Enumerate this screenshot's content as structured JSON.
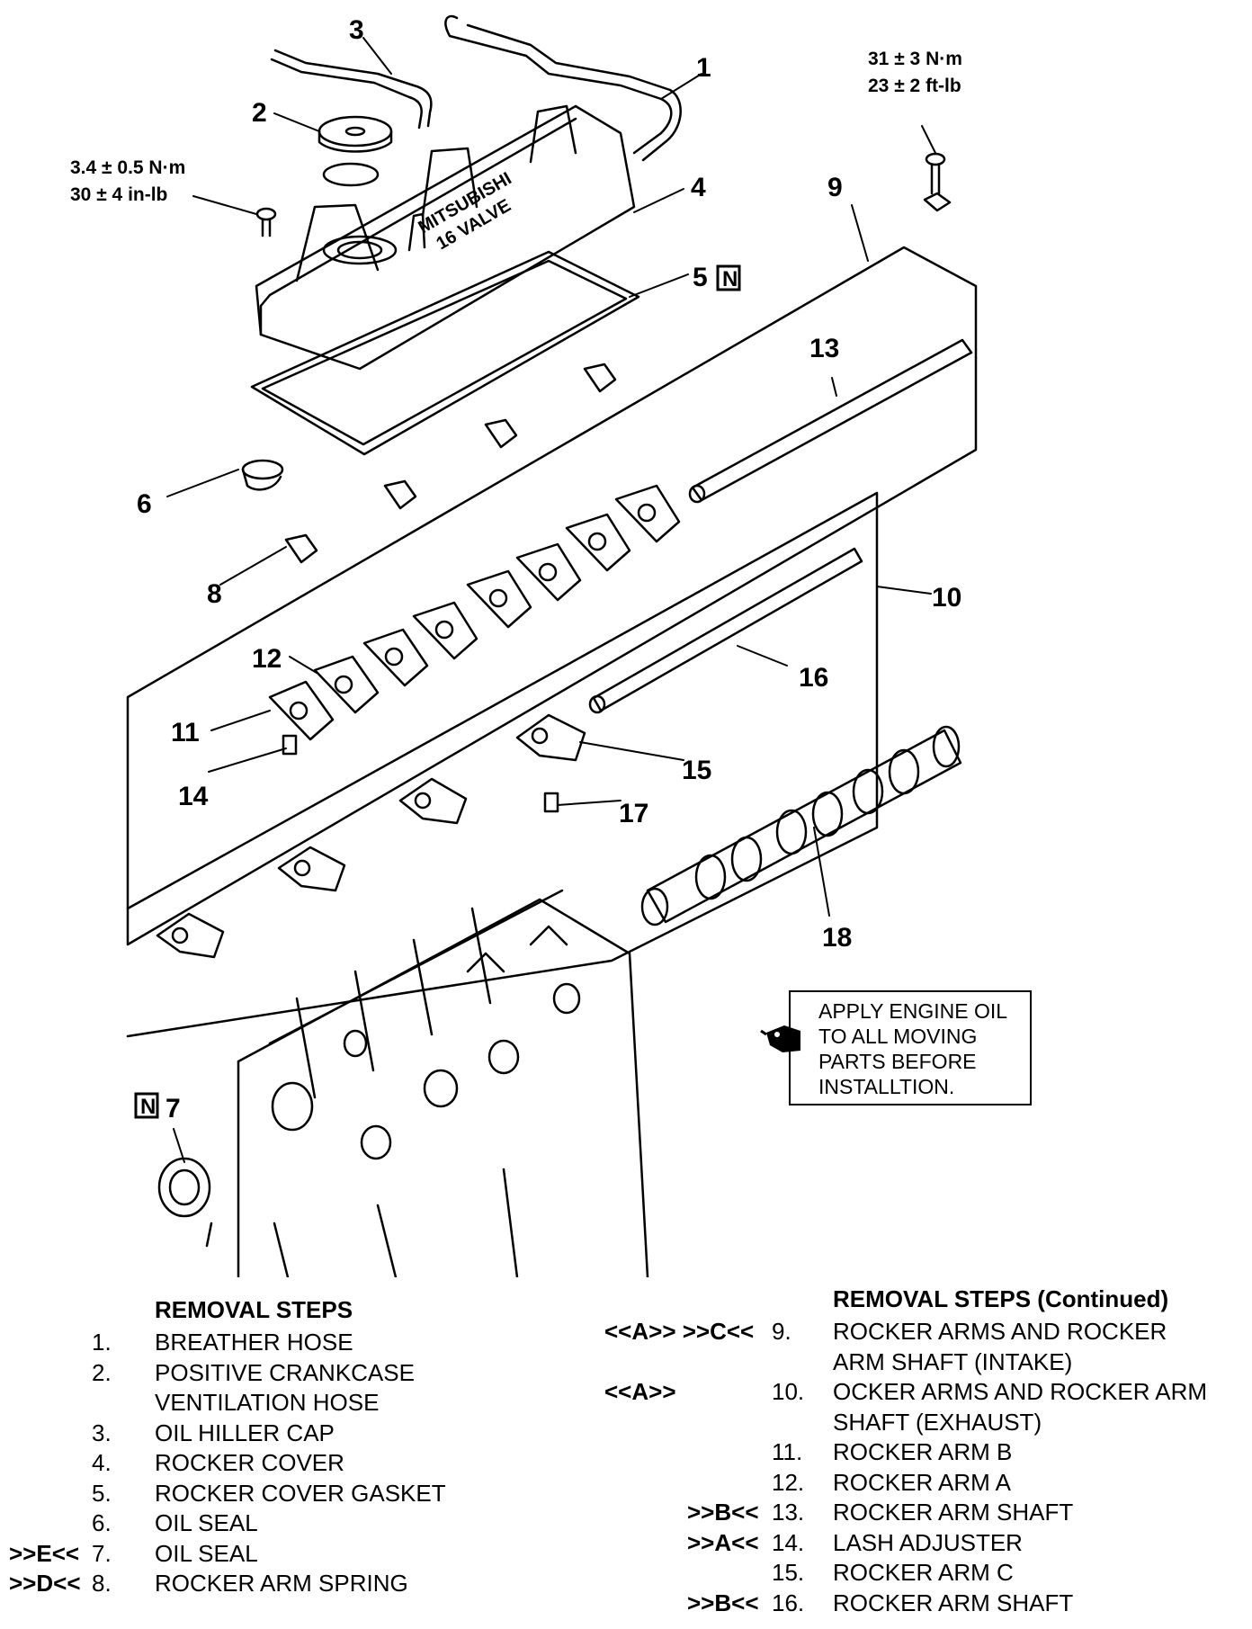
{
  "torque_right": {
    "line1": "31 ± 3 N·m",
    "line2": "23 ± 2 ft-lb"
  },
  "torque_left": {
    "line1": "3.4 ± 0.5 N·m",
    "line2": "30 ± 4 in-lb"
  },
  "callouts": [
    "1",
    "2",
    "3",
    "4",
    "5",
    "6",
    "7",
    "8",
    "9",
    "10",
    "11",
    "12",
    "13",
    "14",
    "15",
    "16",
    "17",
    "18"
  ],
  "new_part_mark": "N",
  "cover_lettering": {
    "brand": "MITSUBISHI",
    "model": "16 VALVE"
  },
  "note_box": {
    "line1": "APPLY ENGINE OIL",
    "line2": "TO ALL MOVING",
    "line3": "PARTS BEFORE",
    "line4": "INSTALLTION."
  },
  "removal_steps": {
    "heading": "REMOVAL STEPS",
    "items": [
      {
        "tag": "",
        "num": "1.",
        "text": "BREATHER HOSE"
      },
      {
        "tag": "",
        "num": "2.",
        "text": "POSITIVE CRANKCASE"
      },
      {
        "tag": "",
        "num": "",
        "text": "VENTILATION HOSE"
      },
      {
        "tag": "",
        "num": "3.",
        "text": "OIL HILLER CAP"
      },
      {
        "tag": "",
        "num": "4.",
        "text": "ROCKER COVER"
      },
      {
        "tag": "",
        "num": "5.",
        "text": "ROCKER COVER GASKET"
      },
      {
        "tag": "",
        "num": "6.",
        "text": "OIL SEAL"
      },
      {
        "tag": ">>E<<",
        "num": "7.",
        "text": "OIL SEAL"
      },
      {
        "tag": ">>D<<",
        "num": "8.",
        "text": "ROCKER ARM SPRING"
      }
    ]
  },
  "removal_steps_continued": {
    "heading": "REMOVAL STEPS (Continued)",
    "items": [
      {
        "tag": "<<A>> >>C<<",
        "num": "9.",
        "text": "ROCKER ARMS AND ROCKER"
      },
      {
        "tag": "",
        "num": "",
        "text": "ARM SHAFT (INTAKE)"
      },
      {
        "tag": "<<A>>",
        "num": "10.",
        "text": "OCKER ARMS AND ROCKER ARM"
      },
      {
        "tag": "",
        "num": "",
        "text": "SHAFT (EXHAUST)"
      },
      {
        "tag": "",
        "num": "11.",
        "text": "ROCKER ARM B"
      },
      {
        "tag": "",
        "num": "12.",
        "text": "ROCKER ARM A"
      },
      {
        "tag": ">>B<<",
        "num": "13.",
        "text": "ROCKER ARM SHAFT"
      },
      {
        "tag": ">>A<<",
        "num": "14.",
        "text": "LASH ADJUSTER"
      },
      {
        "tag": "",
        "num": "15.",
        "text": "ROCKER ARM C"
      },
      {
        "tag": ">>B<<",
        "num": "16.",
        "text": "ROCKER ARM SHAFT"
      }
    ]
  }
}
